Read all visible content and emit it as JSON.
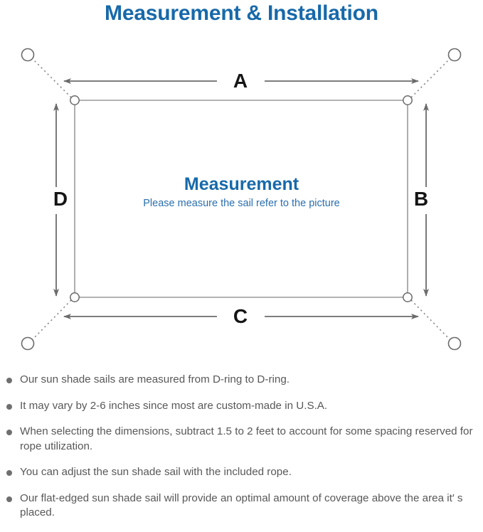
{
  "page": {
    "title": "Measurement & Installation",
    "title_color": "#1769aa"
  },
  "diagram": {
    "center_title": "Measurement",
    "center_subtitle": "Please measure the sail refer to the picture",
    "dimension_labels": {
      "top": "A",
      "right": "B",
      "bottom": "C",
      "left": "D"
    },
    "colors": {
      "sail_border": "#9a9a9a",
      "arrow": "#6b6b6b",
      "rope": "#8a8a8a",
      "ring": "#6b6b6b",
      "accent_blue": "#1769aa",
      "caption_blue": "#2a6fae"
    },
    "elements": {
      "sail_shape": "rounded-rectangle",
      "corner_hardware": "D-ring",
      "corner_hardware_count": 4,
      "anchor_point_count": 4,
      "rope_style": "dotted"
    }
  },
  "notes": [
    "Our sun shade sails are measured from D-ring to D-ring.",
    "It may vary by 2-6 inches since most are custom-made in U.S.A.",
    "When selecting the dimensions, subtract 1.5 to 2 feet to account for some spacing reserved for rope utilization.",
    "You can adjust the sun shade sail with the included rope.",
    "Our flat-edged sun shade sail will provide an optimal amount of coverage above the area it′ s placed."
  ]
}
